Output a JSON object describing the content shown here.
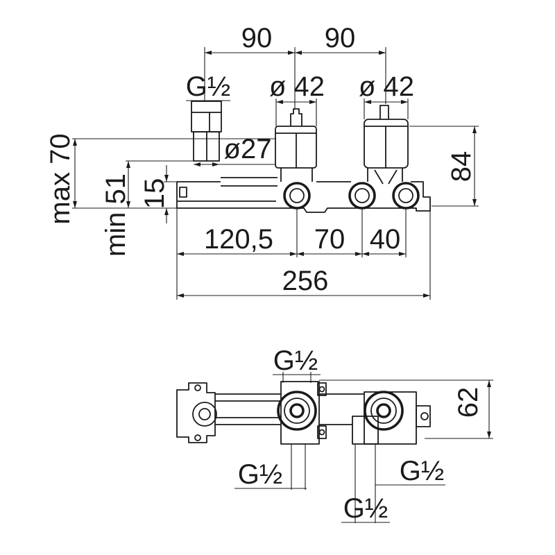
{
  "top_view": {
    "width_90_left": "90",
    "width_90_right": "90",
    "inlet_thread": "G½",
    "cartridge_diameter_left": "ø 42",
    "cartridge_diameter_right": "ø 42",
    "inlet_pipe_diameter": "ø27",
    "depth_max": "max 70",
    "depth_min": "min 51",
    "offset_15": "15",
    "height_84": "84",
    "spacing_120_5": "120,5",
    "spacing_70": "70",
    "spacing_40": "40",
    "overall_length": "256"
  },
  "bottom_view": {
    "thread_top": "G½",
    "height_62": "62",
    "thread_bottom_left": "G½",
    "thread_bottom_center": "G½",
    "thread_bottom_right": "G½"
  },
  "colors": {
    "ink": "#1a1a1a",
    "background": "#ffffff"
  }
}
